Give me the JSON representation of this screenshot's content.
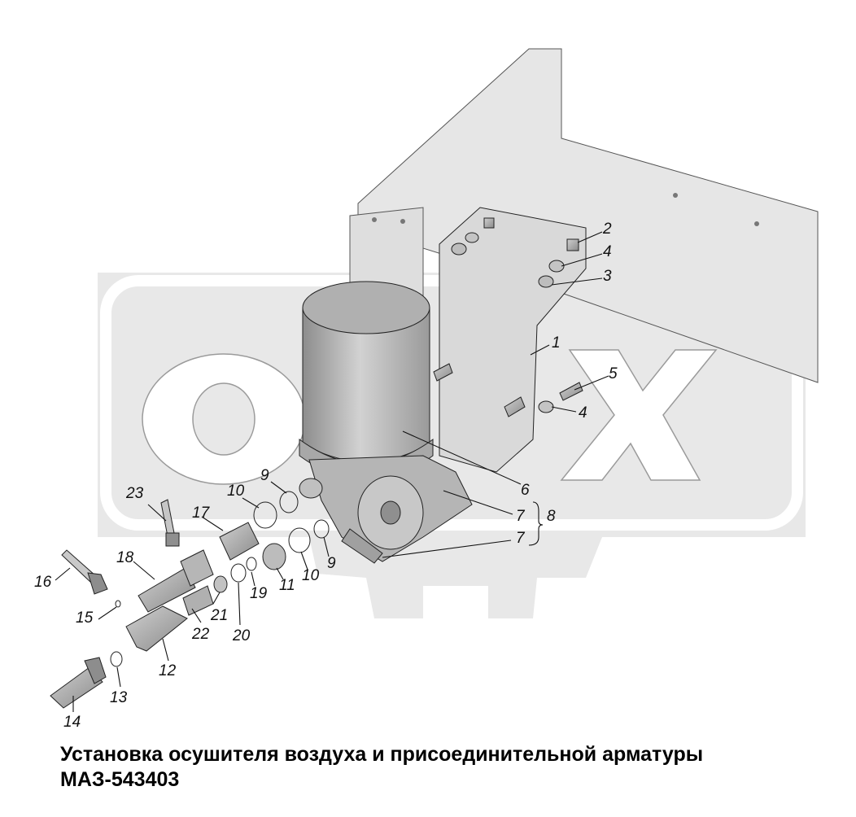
{
  "callouts": {
    "c1": "1",
    "c2": "2",
    "c3": "3",
    "c4a": "4",
    "c4b": "4",
    "c5": "5",
    "c6": "6",
    "c7a": "7",
    "c7b": "7",
    "c8": "8",
    "c9a": "9",
    "c9b": "9",
    "c10a": "10",
    "c10b": "10",
    "c11": "11",
    "c12": "12",
    "c13": "13",
    "c14": "14",
    "c15": "15",
    "c16": "16",
    "c17": "17",
    "c18": "18",
    "c19": "19",
    "c20": "20",
    "c21": "21",
    "c22": "22",
    "c23": "23"
  },
  "caption": {
    "line1": "Установка осушителя воздуха и присоединительной арматуры",
    "line2": "МАЗ-543403"
  },
  "colors": {
    "background": "#ffffff",
    "watermark": "#e4e4e4",
    "bracket": "#dcdcdc",
    "part": "#b9b9b9",
    "line": "#111111"
  }
}
